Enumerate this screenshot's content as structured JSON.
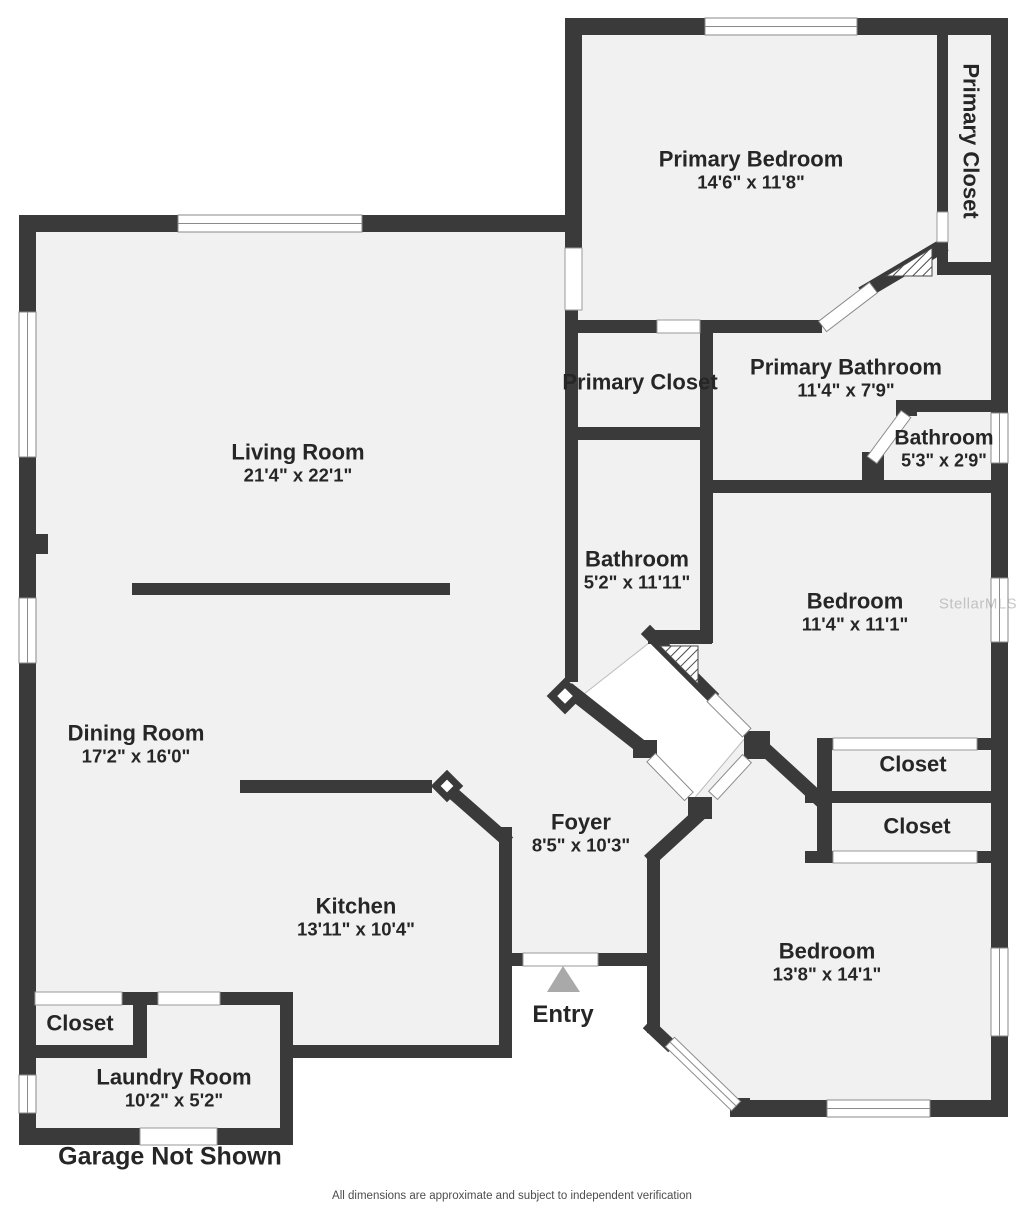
{
  "plan": {
    "watermark": "StellarMLS",
    "footer": "All dimensions are approximate and subject to independent verification",
    "garage_note": "Garage Not Shown",
    "entry_label": "Entry"
  },
  "rooms": {
    "primary_bedroom": {
      "name": "Primary Bedroom",
      "dims": "14'6\" x 11'8\""
    },
    "primary_closet_side": {
      "name": "Primary Closet"
    },
    "primary_closet": {
      "name": "Primary Closet"
    },
    "primary_bathroom": {
      "name": "Primary Bathroom",
      "dims": "11'4\" x 7'9\""
    },
    "bathroom_small": {
      "name": "Bathroom",
      "dims": "5'3\" x 2'9\""
    },
    "living_room": {
      "name": "Living Room",
      "dims": "21'4\" x 22'1\""
    },
    "bathroom_hall": {
      "name": "Bathroom",
      "dims": "5'2\" x 11'11\""
    },
    "bedroom_right": {
      "name": "Bedroom",
      "dims": "11'4\" x 11'1\""
    },
    "dining_room": {
      "name": "Dining Room",
      "dims": "17'2\" x 16'0\""
    },
    "closet_upper": {
      "name": "Closet"
    },
    "closet_lower": {
      "name": "Closet"
    },
    "foyer": {
      "name": "Foyer",
      "dims": "8'5\" x 10'3\""
    },
    "kitchen": {
      "name": "Kitchen",
      "dims": "13'11\" x 10'4\""
    },
    "bedroom_bottom": {
      "name": "Bedroom",
      "dims": "13'8\" x 14'1\""
    },
    "closet_left": {
      "name": "Closet"
    },
    "laundry": {
      "name": "Laundry Room",
      "dims": "10'2\" x 5'2\""
    }
  },
  "colors": {
    "wall": "#3a3a3a",
    "floor": "#f1f1f1",
    "background": "#ffffff",
    "entry_arrow": "#a9a9a9",
    "window_line": "#8a8a8a"
  }
}
